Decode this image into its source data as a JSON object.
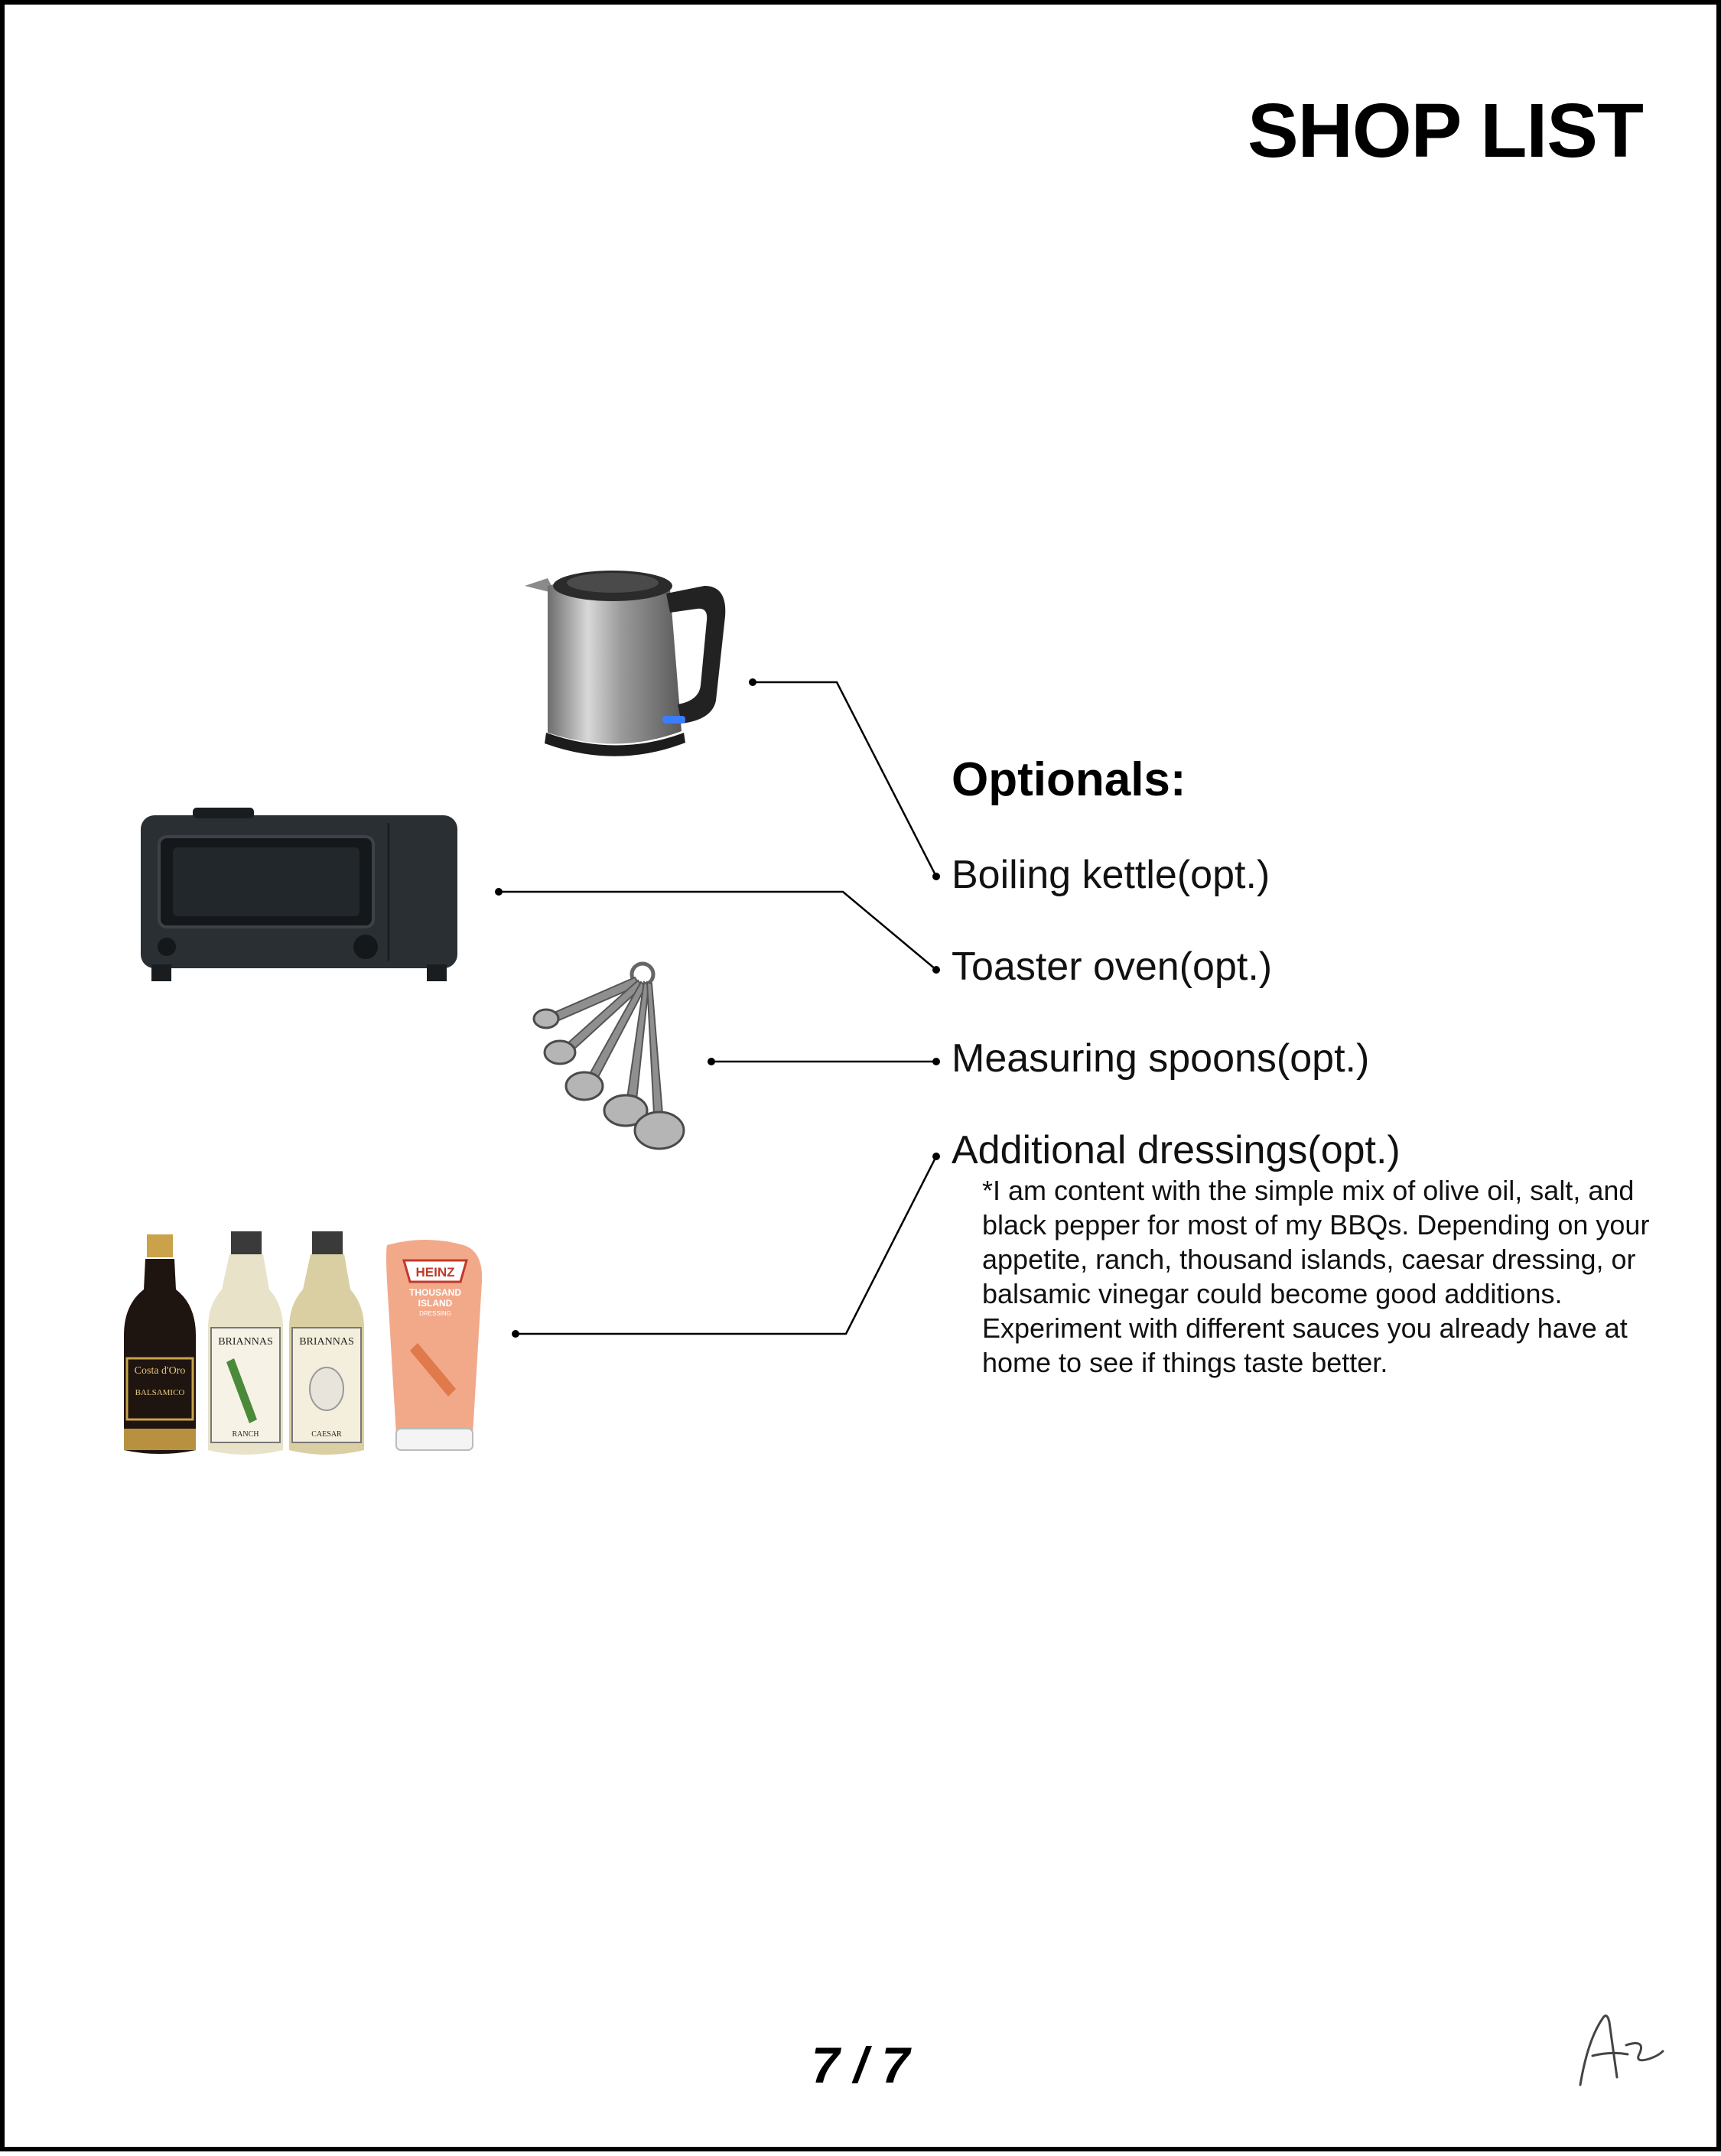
{
  "page": {
    "title": "SHOP LIST",
    "page_number": "7 / 7"
  },
  "optionals": {
    "heading": "Optionals:",
    "items": [
      {
        "label": "Boiling kettle(opt.)",
        "icon": "kettle-icon"
      },
      {
        "label": "Toaster oven(opt.)",
        "icon": "toaster-oven-icon"
      },
      {
        "label": "Measuring spoons(opt.)",
        "icon": "measuring-spoons-icon"
      },
      {
        "label": "Additional dressings(opt.)",
        "icon": "dressing-bottles-icon"
      }
    ],
    "dressings_note": "*I am content with the simple mix of olive oil, salt, and black pepper for most of my BBQs. Depending on your appetite, ranch, thousand islands, caesar dressing, or balsamic vinegar could become good additions. Experiment with different sauces you already have at home to see if things taste better."
  },
  "dressing_labels": {
    "balsamic_brand": "Costa d'Oro",
    "balsamic_type": "BALSAMICO",
    "ranch_brand": "BRIANNAS",
    "ranch_type": "RANCH",
    "caesar_brand": "BRIANNAS",
    "caesar_type": "CAESAR",
    "heinz_brand": "HEINZ",
    "heinz_type_line1": "THOUSAND",
    "heinz_type_line2": "ISLAND",
    "heinz_type_line3": "DRESSING"
  },
  "colors": {
    "text": "#000000",
    "border": "#000000",
    "kettle_steel": "#a8a8a8",
    "appliance_black": "#2a2f33",
    "balsamic": "#1e1410",
    "heinz": "#f2a98a"
  }
}
